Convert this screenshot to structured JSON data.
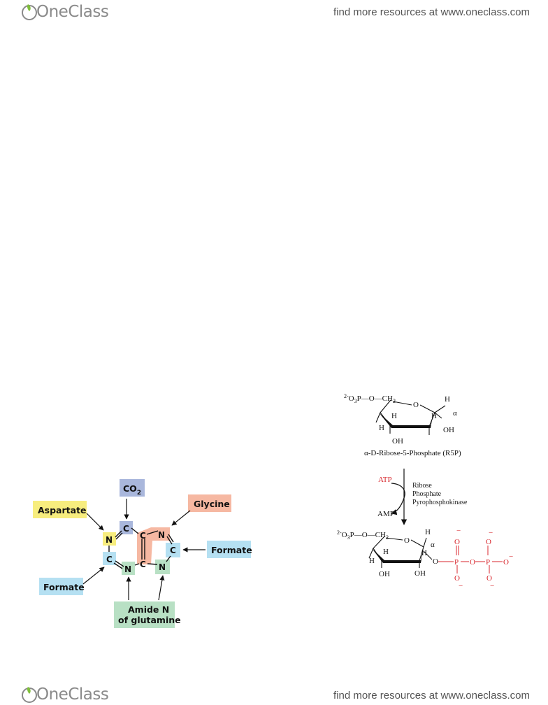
{
  "header": {
    "logo_text": "OneClass",
    "link_text": "find more resources at www.oneclass.com"
  },
  "footer": {
    "logo_text": "OneClass",
    "link_text": "find more resources at www.oneclass.com"
  },
  "purine_figure": {
    "sources": {
      "co2": "CO",
      "co2_sub": "2",
      "aspartate": "Aspartate",
      "glycine": "Glycine",
      "formate_right": "Formate",
      "formate_left": "Formate",
      "amide_line1": "Amide N",
      "amide_line2": "of glutamine"
    },
    "atoms": {
      "n1": "N",
      "c2": "C",
      "n3": "N",
      "c4": "C",
      "c5": "C",
      "c6": "C",
      "n7": "N",
      "c8": "C",
      "n9": "N"
    },
    "colors": {
      "co2": "#a9b7dc",
      "aspartate": "#f7ed7e",
      "glycine": "#f6b8a2",
      "formate": "#b5e0f2",
      "amide": "#b8e0c4"
    }
  },
  "prpp_figure": {
    "r5p": {
      "phosphate_prefix": "2-",
      "phosphate_group": "O",
      "phosphate_sub": "3",
      "phosphate_rest": "P—O—CH",
      "ch2_sub": "2",
      "ring_o": "O",
      "h_top": "H",
      "alpha": "α",
      "h_left": "H",
      "h_inner_left": "H",
      "h_inner_right": "H",
      "oh_right": "OH",
      "oh_bottom": "OH",
      "caption": "α-D-Ribose-5-Phosphate (R5P)"
    },
    "reaction": {
      "atp": "ATP",
      "amp": "AMP",
      "enzyme_line1": "Ribose",
      "enzyme_line2": "Phosphate",
      "enzyme_line3": "Pyrophosphokinase"
    },
    "prpp": {
      "phosphate_prefix": "2-",
      "phosphate_group": "O",
      "phosphate_sub": "3",
      "phosphate_rest": "P—O—CH",
      "ch2_sub": "2",
      "ring_o": "O",
      "h_top": "H",
      "alpha": "α",
      "h_left": "H",
      "h_inner_left": "H",
      "h_inner_right": "H",
      "oh_left": "OH",
      "oh_right": "OH",
      "o_link": "O",
      "p1": "P",
      "p2": "P",
      "o_bridge": "O",
      "o_top1": "O",
      "o_top2": "O",
      "o_bot1": "O",
      "o_bot2": "O",
      "o_end": "O",
      "minus": "−"
    },
    "colors": {
      "red": "#d8262c"
    }
  }
}
